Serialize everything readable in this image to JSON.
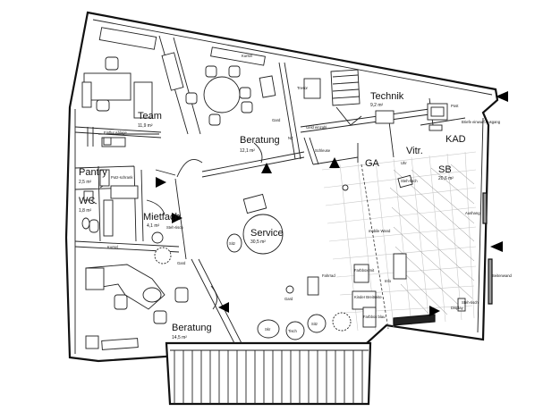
{
  "rooms": {
    "team": {
      "name": "Team",
      "area": "11,9 m²"
    },
    "beratung_top": {
      "name": "Beratung",
      "area": "12,1 m²"
    },
    "technik": {
      "name": "Technik",
      "area": "9,2 m²"
    },
    "kad": {
      "name": "KAD"
    },
    "pantry": {
      "name": "Pantry",
      "area": "2,5 m²"
    },
    "wc": {
      "name": "WC",
      "area": "1,8 m²"
    },
    "mietfach": {
      "name": "Mietfach",
      "area": "4,1 m²"
    },
    "service": {
      "name": "Service",
      "area": "30,5 m²"
    },
    "ga": {
      "name": "GA"
    },
    "vitr": {
      "name": "Vitr."
    },
    "sb": {
      "name": "SB",
      "area": "20,6 m²"
    },
    "beratung_bottom": {
      "name": "Beratung",
      "area": "14,5 m²"
    }
  },
  "small_labels": {
    "tresor": "Tresor",
    "post": "Post",
    "garderobe_top": "Gard",
    "nz": "NZ",
    "geld": "Geld einzahl",
    "schleuse": "Schleuse",
    "putz": "Putz-schrank",
    "kursel_top": "Kursel",
    "kursel_left": "Kursel",
    "sitz": "Sitz",
    "garderobe_mid": "Gard",
    "garderobe_service": "Gard",
    "steh1": "Steh-tisch",
    "steh2": "Steh-tisch",
    "steh3": "Steh-tisch",
    "skr": "Skr",
    "tisch": "Tisch",
    "sitz2": "Sitz",
    "display": "Display",
    "kinder": "Kinder Breitseite",
    "farbe1": "Farbbox mit",
    "farbe2": "Farbbox blau",
    "einflur": "Einflur Ablage",
    "fahrrad": "Fahrrad",
    "info": "Info",
    "briefe": "Briefe einwurf Ausgang",
    "uhr": "Uhr",
    "wand": "mobile Wand",
    "aushang": "Aushang",
    "seitenwand": "Seitenwand"
  }
}
